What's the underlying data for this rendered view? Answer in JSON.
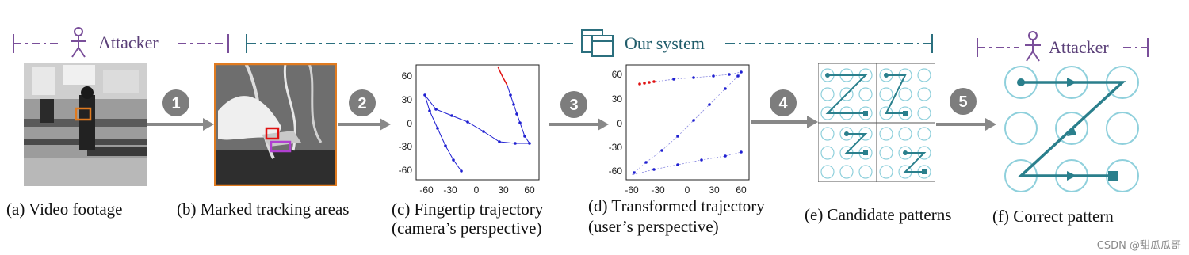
{
  "top_labels": {
    "attacker_left": "Attacker",
    "our_system": "Our system",
    "attacker_right": "Attacker"
  },
  "steps": [
    "1",
    "2",
    "3",
    "4",
    "5"
  ],
  "captions": {
    "a": "(a) Video footage",
    "b": "(b) Marked tracking areas",
    "c_line1": "(c) Fingertip trajectory",
    "c_line2": "(camera’s perspective)",
    "d_line1": "(d) Transformed trajectory",
    "d_line2": "(user’s perspective)",
    "e": "(e) Candidate patterns",
    "f": "(f) Correct pattern"
  },
  "plot_ticks": {
    "c_x": [
      "-60",
      "-30",
      "0",
      "30",
      "60"
    ],
    "c_y": [
      "60",
      "30",
      "0",
      "-30",
      "-60"
    ],
    "d_x": [
      "-60",
      "-30",
      "0",
      "30",
      "60"
    ],
    "d_y": [
      "60",
      "30",
      "0",
      "-30",
      "-60"
    ]
  },
  "watermark": "CSDN @甜瓜瓜哥",
  "colors": {
    "attacker": "#7a4f9a",
    "system": "#2b6f7e",
    "arrow": "#888888",
    "step_circle": "#7d7d7d",
    "trajectory": "#1f1fd1",
    "tracking_red": "#e01010",
    "tracking_purple": "#b040d0",
    "pattern_dark": "#2a7f8c",
    "pattern_light": "#8fd0dc",
    "frame_orange": "#e07b20"
  },
  "icons": [
    "person-icon",
    "window-stack-icon",
    "step-number-circle",
    "right-arrow"
  ]
}
